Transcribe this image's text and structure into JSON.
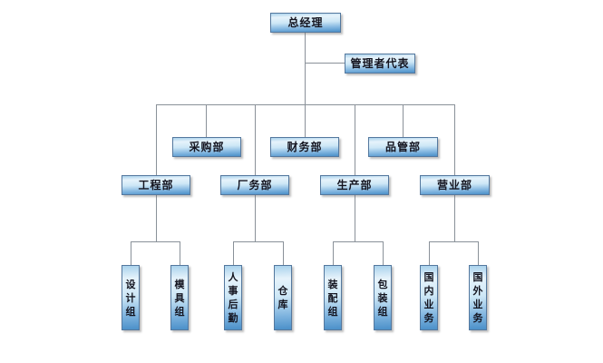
{
  "diagram": {
    "type": "organization-chart",
    "nodes": {
      "ceo": "总经理",
      "rep": "管理者代表",
      "purchasing": "采购部",
      "finance": "财务部",
      "quality": "品管部",
      "engineering": "工程部",
      "factory": "厂务部",
      "production": "生产部",
      "sales": "营业部",
      "design": "设计组",
      "mold": "模具组",
      "hr_logistics": "人事后勤",
      "warehouse": "仓库",
      "assembly": "装配组",
      "packing": "包装组",
      "domestic": "国内业务",
      "overseas": "国外业务"
    },
    "hierarchy": {
      "总经理": [
        "管理者代表",
        "采购部",
        "财务部",
        "品管部",
        "工程部",
        "厂务部",
        "生产部",
        "营业部"
      ],
      "工程部": [
        "设计组",
        "模具组"
      ],
      "厂务部": [
        "人事后勤",
        "仓库"
      ],
      "生产部": [
        "装配组",
        "包装组"
      ],
      "营业部": [
        "国内业务",
        "国外业务"
      ]
    },
    "colors": {
      "box_gradient_top": "#a9d2ec",
      "box_gradient_highlight": "#e6f3fb",
      "box_gradient_bottom": "#4b90c9",
      "box_border": "#54789e",
      "connector_line": "#8a9199",
      "text": "#14141f",
      "background": "#ffffff"
    }
  }
}
